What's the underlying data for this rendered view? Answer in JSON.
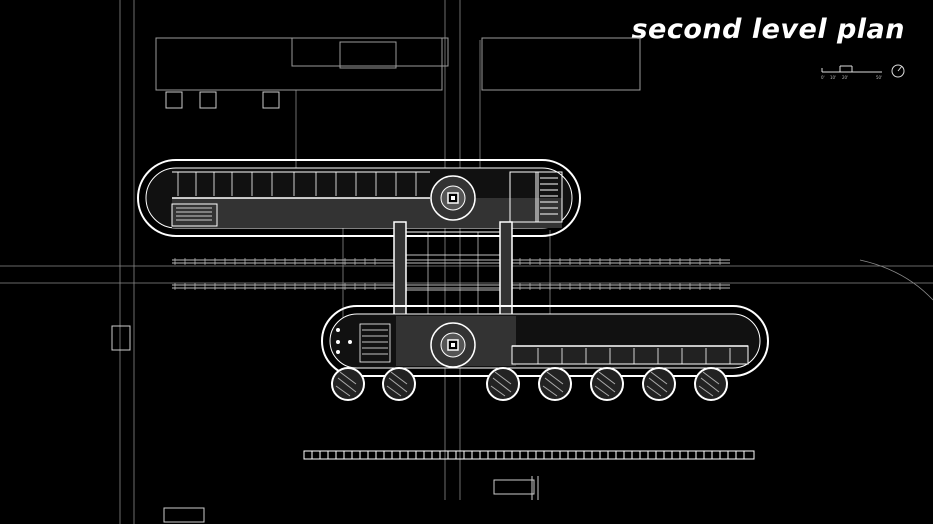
{
  "title": "second level plan",
  "scale_bar": {
    "labels": [
      "0'",
      "10'",
      "20'",
      "",
      "50'"
    ]
  },
  "colors": {
    "background": "#000000",
    "linework": "#ffffff",
    "floor_fill": "#3a3a3a",
    "title": "#ffffff"
  },
  "icons": {
    "north_arrow": "north-arrow-icon"
  }
}
